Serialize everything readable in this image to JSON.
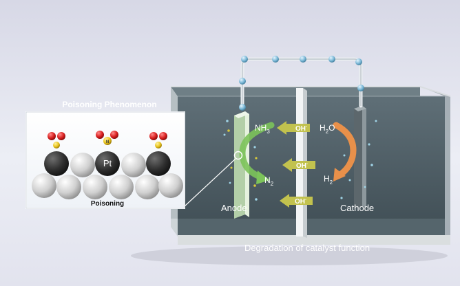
{
  "inset": {
    "title": "Poisoning Phenomenon",
    "metal_label": "Pt",
    "adsorbate_atom": "N",
    "caption": "Poisoning"
  },
  "electrodes": {
    "anode_label": "Anode",
    "cathode_label": "Cathode"
  },
  "anode_reaction": {
    "reactant_main": "NH",
    "reactant_sub": "3",
    "product_main": "N",
    "product_sub": "2"
  },
  "cathode_reaction": {
    "reactant_main": "H",
    "reactant_sub": "2",
    "reactant_end": "O",
    "product_main": "H",
    "product_sub": "2"
  },
  "ions": {
    "hydroxide_main": "OH",
    "hydroxide_sup": "-"
  },
  "caption": "Degradation of catalyst function",
  "colors": {
    "background": "#e8e9f2",
    "tank_water": "#4d5b62",
    "anode": "#cfe3c6",
    "anode_arrow": "#7cc35a",
    "cathode": "#6f7a80",
    "cathode_arrow": "#e8904a",
    "ion_arrow": "#c2c24e",
    "wire_bead": "#7ab7d6",
    "sulfur": "#e8c21c",
    "oxygen": "#d81e1e"
  }
}
